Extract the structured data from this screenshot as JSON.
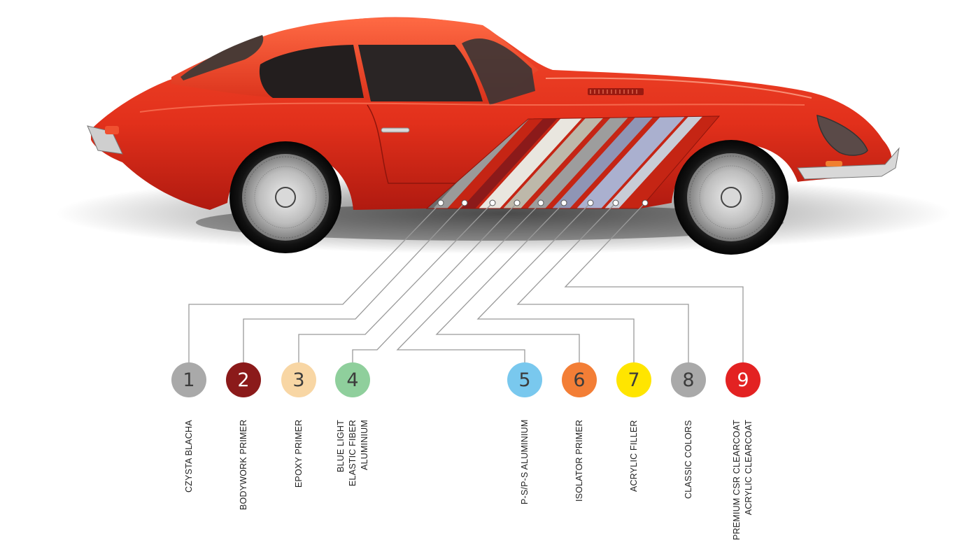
{
  "colors": {
    "car_body": "#e6321c",
    "car_shade": "#b3180e",
    "leader_line": "#9a9a9a"
  },
  "layers": [
    {
      "number": "1",
      "lines": [
        "CZYSTA BLACHA"
      ],
      "color": "#a9a9a9",
      "text_color": "#3c3c3c"
    },
    {
      "number": "2",
      "lines": [
        "BODYWORK PRIMER"
      ],
      "color": "#8b1a1a",
      "text_color": "#ffffff"
    },
    {
      "number": "3",
      "lines": [
        "EPOXY PRIMER"
      ],
      "color": "#f8d6a4",
      "text_color": "#3c3c3c"
    },
    {
      "number": "4",
      "lines": [
        "ALUMINIUM",
        "ELASTIC FIBER",
        "BLUE LIGHT"
      ],
      "color": "#8fcf9c",
      "text_color": "#3c3c3c"
    },
    {
      "number": "5",
      "lines": [
        "P-S/P-S ALUMINIUM"
      ],
      "color": "#79c8ee",
      "text_color": "#3c3c3c"
    },
    {
      "number": "6",
      "lines": [
        "ISOLATOR PRIMER"
      ],
      "color": "#f37e36",
      "text_color": "#3c3c3c"
    },
    {
      "number": "7",
      "lines": [
        "ACRYLIC FILLER"
      ],
      "color": "#ffe500",
      "text_color": "#3c3c3c"
    },
    {
      "number": "8",
      "lines": [
        "CLASSIC COLORS"
      ],
      "color": "#a9a9a9",
      "text_color": "#3c3c3c"
    },
    {
      "number": "9",
      "lines": [
        "ACRYLIC CLEARCOAT",
        "PREMIUM CSR CLEARCOAT"
      ],
      "color": "#e32222",
      "text_color": "#ffffff"
    }
  ]
}
